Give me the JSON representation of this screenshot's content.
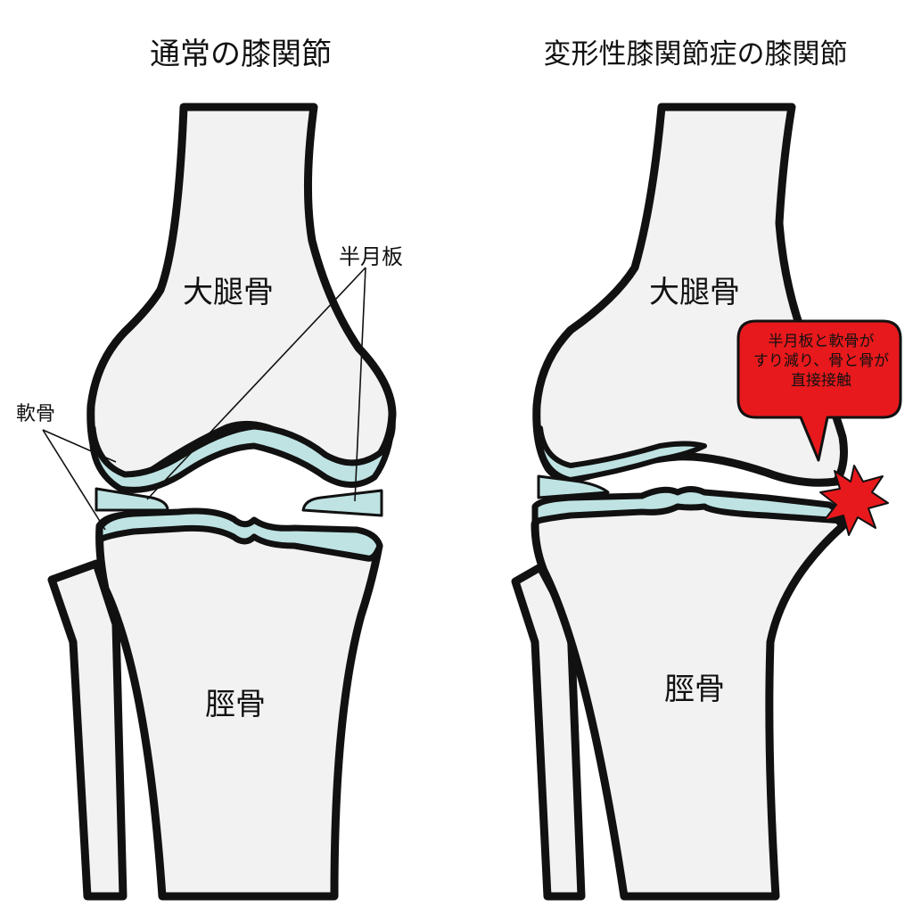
{
  "panels": {
    "normal": {
      "title": "通常の膝関節",
      "femur_label": "大腿骨",
      "tibia_label": "脛骨",
      "meniscus_label": "半月板",
      "cartilage_label": "軟骨"
    },
    "oa": {
      "title": "変形性膝関節症の膝関節",
      "femur_label": "大腿骨",
      "tibia_label": "脛骨",
      "callout_lines": [
        "半月板と軟骨が",
        "すり減り、骨と骨が",
        "直接接触"
      ]
    }
  },
  "colors": {
    "bone_fill": "#f2f2f2",
    "outline": "#111111",
    "cartilage": "#bfe3e3",
    "callout_fill": "#e8191c",
    "burst_fill": "#e8191c"
  }
}
